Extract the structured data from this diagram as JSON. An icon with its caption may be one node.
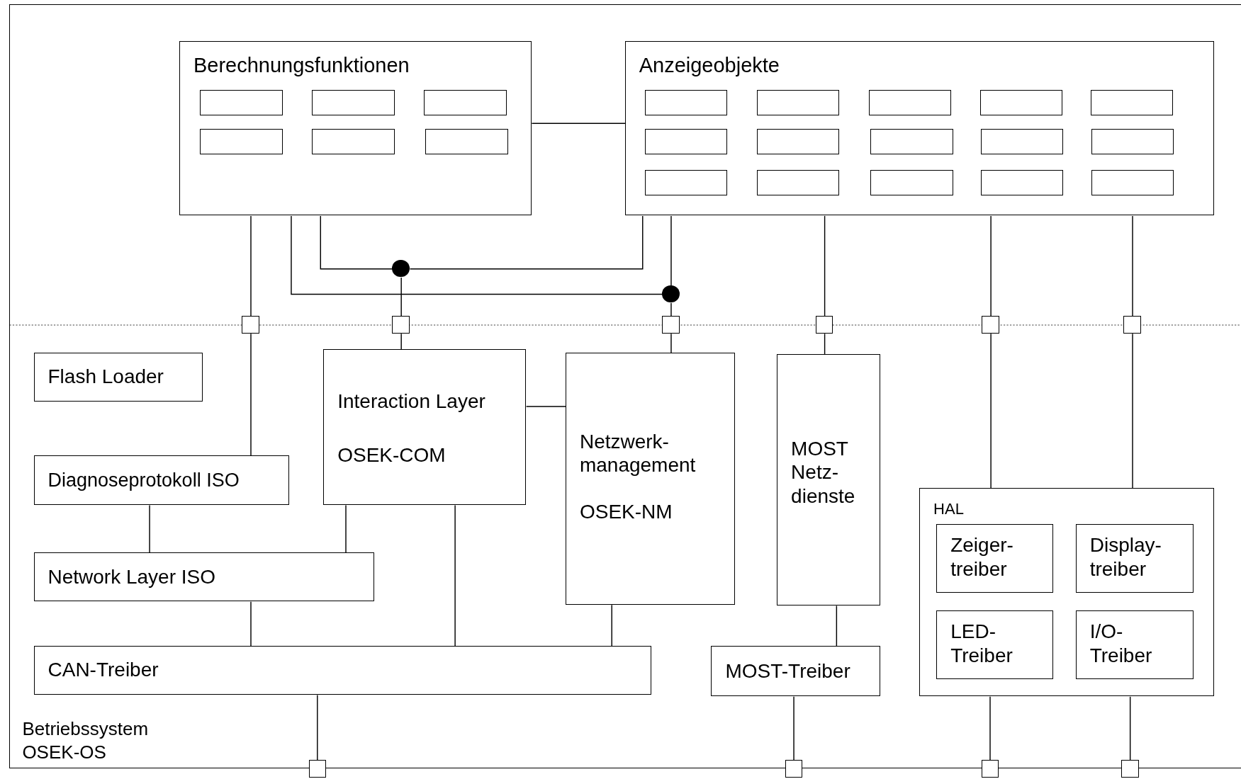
{
  "diagram": {
    "nodes": [
      {
        "text": [
          "Betriebssystem OSEK-OS"
        ]
      },
      {
        "text": [
          "Berechnungsfunktionen"
        ],
        "in": 0
      },
      {
        "text": [],
        "shape": "box",
        "in": 1
      },
      {
        "text": [],
        "shape": "box",
        "in": 1
      },
      {
        "text": [],
        "shape": "box",
        "in": 1
      },
      {
        "text": [],
        "shape": "box",
        "in": 1
      },
      {
        "text": [],
        "shape": "box",
        "in": 1
      },
      {
        "text": [],
        "shape": "box",
        "in": 1
      },
      {
        "text": [
          "Anzeigeobjekte"
        ],
        "in": 0
      },
      {
        "text": [],
        "shape": "box",
        "in": 8
      },
      {
        "text": [],
        "shape": "box",
        "in": 8
      },
      {
        "text": [],
        "shape": "box",
        "in": 8
      },
      {
        "text": [],
        "shape": "box",
        "in": 8
      },
      {
        "text": [],
        "shape": "box",
        "in": 8
      },
      {
        "text": [],
        "shape": "box",
        "in": 8
      },
      {
        "text": [],
        "shape": "box",
        "in": 8
      },
      {
        "text": [],
        "shape": "box",
        "in": 8
      },
      {
        "text": [],
        "shape": "box",
        "in": 8
      },
      {
        "text": [],
        "shape": "box",
        "in": 8
      },
      {
        "text": [],
        "shape": "box",
        "in": 8
      },
      {
        "text": [],
        "shape": "box",
        "in": 8
      },
      {
        "text": [],
        "shape": "box",
        "in": 8
      },
      {
        "text": [],
        "shape": "box",
        "in": 8
      },
      {
        "text": [],
        "shape": "box",
        "in": 8
      },
      {
        "text": [
          "Flash Loader"
        ],
        "in": 0
      },
      {
        "text": [
          "Interaction Layer",
          "OSEK-COM"
        ],
        "in": 0
      },
      {
        "text": [
          "Netzwerk- management",
          "OSEK-NM"
        ],
        "in": 0
      },
      {
        "text": [
          "MOST Netz- dienste"
        ],
        "in": 0
      },
      {
        "text": [
          "Diagnoseprotokoll ISO"
        ],
        "in": 0
      },
      {
        "text": [
          "Network Layer ISO"
        ],
        "in": 0
      },
      {
        "text": [
          "CAN-Treiber"
        ],
        "in": 0
      },
      {
        "text": [
          "MOST-Treiber"
        ],
        "in": 0
      },
      {
        "text": [
          "HAL"
        ],
        "in": 0
      },
      {
        "text": [
          "Zeiger- treiber"
        ],
        "in": 32
      },
      {
        "text": [
          "Display- treiber"
        ],
        "in": 32
      },
      {
        "text": [
          "LED- Treiber"
        ],
        "in": 32
      },
      {
        "text": [
          "I/O- Treiber"
        ],
        "in": 32
      },
      {
        "text": [],
        "shape": "circle",
        "in": 0
      },
      {
        "text": [],
        "shape": "circle",
        "in": 0
      },
      {
        "text": [],
        "shape": "box",
        "in": 0
      },
      {
        "text": [],
        "shape": "box",
        "in": 0
      },
      {
        "text": [],
        "shape": "box",
        "in": 0
      },
      {
        "text": [],
        "shape": "box",
        "in": 0
      },
      {
        "text": [],
        "shape": "box",
        "in": 0
      },
      {
        "text": [],
        "shape": "box",
        "in": 0
      },
      {
        "text": [],
        "shape": "box"
      },
      {
        "text": [],
        "shape": "box"
      },
      {
        "text": [],
        "shape": "box"
      },
      {
        "text": [],
        "shape": "box"
      }
    ],
    "edges": [
      {
        "from": 1,
        "to": 8,
        "arrow": "none"
      },
      {
        "from": 1,
        "to": 39,
        "arrow": "none"
      },
      {
        "from": 39,
        "to": 28,
        "arrow": "none"
      },
      {
        "from": 1,
        "to": 37,
        "arrow": "none"
      },
      {
        "from": 37,
        "to": 8,
        "arrow": "none"
      },
      {
        "from": 37,
        "to": 40,
        "arrow": "none"
      },
      {
        "from": 40,
        "to": 25,
        "arrow": "none"
      },
      {
        "from": 1,
        "to": 38,
        "arrow": "none"
      },
      {
        "from": 8,
        "to": 38,
        "arrow": "none"
      },
      {
        "from": 38,
        "to": 41,
        "arrow": "none"
      },
      {
        "from": 41,
        "to": 26,
        "arrow": "none"
      },
      {
        "from": 8,
        "to": 42,
        "arrow": "none"
      },
      {
        "from": 42,
        "to": 27,
        "arrow": "none"
      },
      {
        "from": 8,
        "to": 43,
        "arrow": "none"
      },
      {
        "from": 43,
        "to": 32,
        "arrow": "none"
      },
      {
        "from": 8,
        "to": 44,
        "arrow": "none"
      },
      {
        "from": 44,
        "to": 32,
        "arrow": "none"
      },
      {
        "from": 25,
        "to": 26,
        "arrow": "none"
      },
      {
        "from": 28,
        "to": 29,
        "arrow": "none"
      },
      {
        "from": 25,
        "to": 29,
        "arrow": "none"
      },
      {
        "from": 29,
        "to": 30,
        "arrow": "none"
      },
      {
        "from": 25,
        "to": 30,
        "arrow": "none"
      },
      {
        "from": 26,
        "to": 30,
        "arrow": "none"
      },
      {
        "from": 27,
        "to": 31,
        "arrow": "none"
      },
      {
        "from": 30,
        "to": 45,
        "arrow": "none"
      },
      {
        "from": 31,
        "to": 46,
        "arrow": "none"
      },
      {
        "from": 32,
        "to": 47,
        "arrow": "none"
      },
      {
        "from": 32,
        "to": 48,
        "arrow": "none"
      }
    ]
  }
}
